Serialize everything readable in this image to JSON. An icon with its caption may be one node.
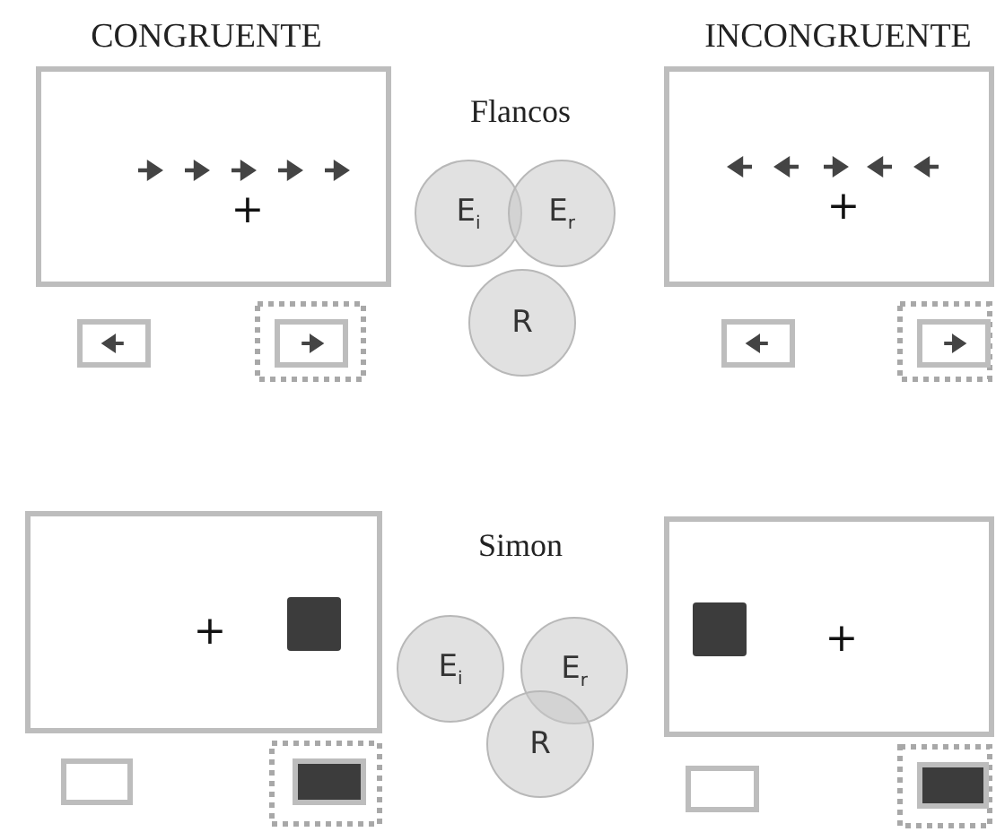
{
  "diagram": {
    "nodes": [
      {
        "text": [
          "+"
        ]
      },
      {
        "text": [
          "E$_{i}$"
        ]
      },
      {
        "text": [
          "E$_{r}$"
        ]
      },
      {
        "text": [
          "R"
        ]
      },
      {
        "text": [
          "+"
        ]
      },
      {
        "text": [
          "+"
        ]
      },
      {
        "text": [
          "E$_{i}$"
        ]
      },
      {
        "text": [
          "E$_{r}$"
        ]
      },
      {
        "text": [
          "R"
        ]
      },
      {
        "text": [
          "+"
        ]
      }
    ],
    "labels": [
      "CONGRUENTE",
      "INCONGRUENTE",
      "Flancos",
      "Simon"
    ]
  }
}
